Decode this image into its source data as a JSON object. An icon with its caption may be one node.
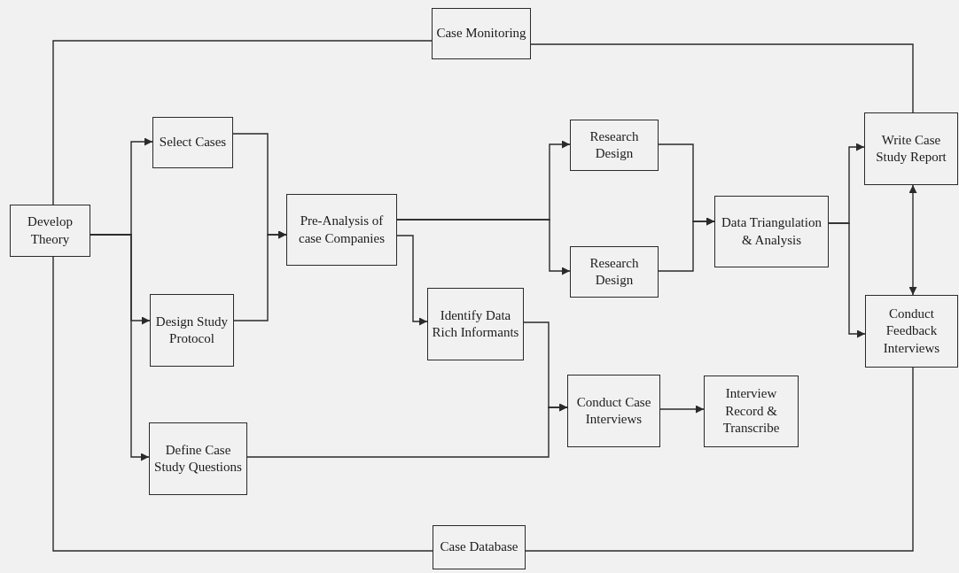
{
  "diagram": {
    "nodes": [
      {
        "text": [
          "Case Monitoring"
        ]
      },
      {
        "text": [
          "Develop Theory"
        ]
      },
      {
        "text": [
          "Select Cases"
        ]
      },
      {
        "text": [
          "Design Study Protocol"
        ]
      },
      {
        "text": [
          "Define Case Study Questions"
        ]
      },
      {
        "text": [
          "Pre-Analysis of case Companies"
        ]
      },
      {
        "text": [
          "Identify Data Rich Informants"
        ]
      },
      {
        "text": [
          "Research Design"
        ]
      },
      {
        "text": [
          "Research Design"
        ]
      },
      {
        "text": [
          "Data Triangulation & Analysis"
        ]
      },
      {
        "text": [
          "Conduct Case Interviews"
        ]
      },
      {
        "text": [
          "Interview Record & Transcribe"
        ]
      },
      {
        "text": [
          "Write Case Study Report"
        ]
      },
      {
        "text": [
          "Conduct Feedback Interviews"
        ]
      },
      {
        "text": [
          "Case Database"
        ]
      }
    ],
    "edges": [
      {
        "from": 1,
        "to": 2,
        "arrow": "to"
      },
      {
        "from": 1,
        "to": 3,
        "arrow": "to"
      },
      {
        "from": 1,
        "to": 4,
        "arrow": "to"
      },
      {
        "from": 2,
        "to": 5,
        "arrow": "to"
      },
      {
        "from": 3,
        "to": 5,
        "arrow": "to"
      },
      {
        "from": 5,
        "to": 7,
        "arrow": "to"
      },
      {
        "from": 5,
        "to": 8,
        "arrow": "to"
      },
      {
        "from": 5,
        "to": 6,
        "arrow": "to"
      },
      {
        "from": 6,
        "to": 10,
        "arrow": "to"
      },
      {
        "from": 4,
        "to": 10,
        "arrow": "to"
      },
      {
        "from": 10,
        "to": 11,
        "arrow": "to"
      },
      {
        "from": 7,
        "to": 9,
        "arrow": "to"
      },
      {
        "from": 8,
        "to": 9,
        "arrow": "to"
      },
      {
        "from": 9,
        "to": 12,
        "arrow": "to"
      },
      {
        "from": 9,
        "to": 13,
        "arrow": "to"
      },
      {
        "from": 12,
        "to": 13,
        "arrow": "both"
      },
      {
        "from": 1,
        "to": 0,
        "arrow": "none"
      },
      {
        "from": 0,
        "to": 12,
        "arrow": "none"
      },
      {
        "from": 1,
        "to": 14,
        "arrow": "none"
      },
      {
        "from": 14,
        "to": 13,
        "arrow": "none"
      }
    ]
  }
}
